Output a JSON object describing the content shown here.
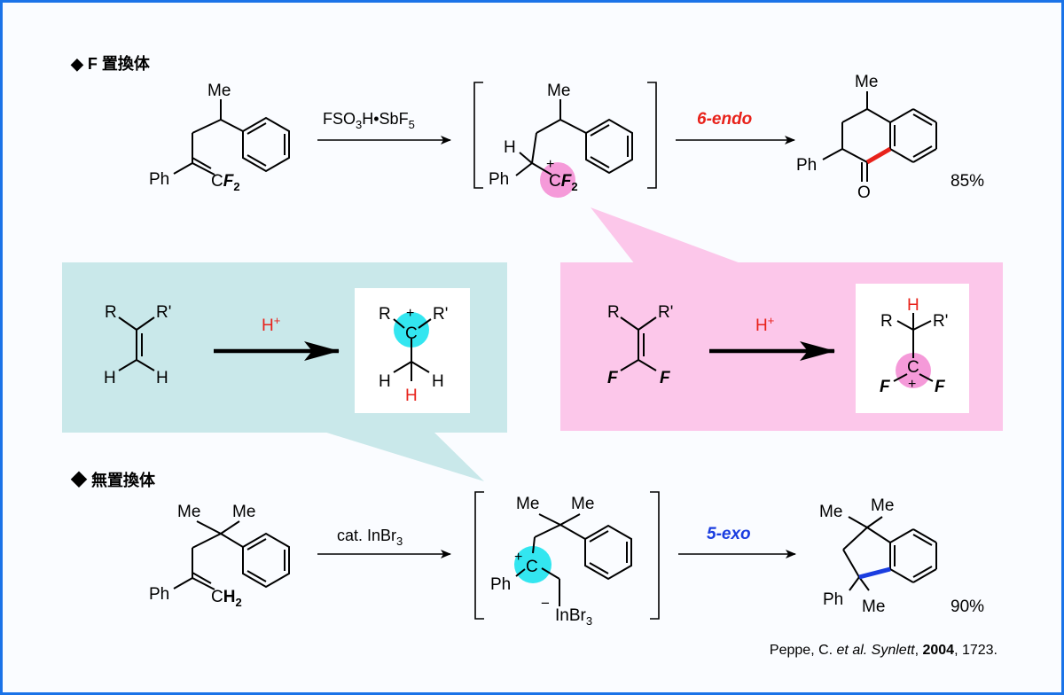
{
  "colors": {
    "frame_border": "#1a73e8",
    "frame_fill": "#fafcff",
    "blue_panel": "#c9e8ea",
    "pink_panel": "#fcc7ea",
    "cyan_highlight": "#33e6f0",
    "pink_highlight": "#f59ad9",
    "red": "#e8221b",
    "blue": "#1a3de0",
    "ink": "#000000"
  },
  "sections": {
    "f_substituted": "◆ F 置換体",
    "unsubstituted": "◆ 無置換体"
  },
  "top_reaction": {
    "start_me": "Me",
    "start_ph": "Ph",
    "start_c": "C",
    "start_f": "F",
    "start_f_sub": "2",
    "reagent": [
      "FSO",
      "3",
      "H•SbF",
      "5"
    ],
    "int_me": "Me",
    "int_h": "H",
    "int_ph": "Ph",
    "int_plus": "+",
    "int_c": "C",
    "int_f": "F",
    "int_f_sub": "2",
    "cyclization": "6-endo",
    "product_me": "Me",
    "product_ph": "Ph",
    "product_o": "O",
    "yield": "85%"
  },
  "blue_panel": {
    "alkene_r": "R",
    "alkene_r2": "R'",
    "alkene_h1": "H",
    "alkene_h2": "H",
    "acid": "H",
    "acid_sup": "+",
    "cation_r": "R",
    "cation_r2": "R'",
    "cation_plus": "+",
    "cation_c": "C",
    "cation_h1": "H",
    "cation_h2": "H",
    "cation_h_red": "H"
  },
  "pink_panel": {
    "alkene_r": "R",
    "alkene_r2": "R'",
    "alkene_f1": "F",
    "alkene_f2": "F",
    "acid": "H",
    "acid_sup": "+",
    "cation_h_red": "H",
    "cation_r": "R",
    "cation_r2": "R'",
    "cation_c": "C",
    "cation_plus": "+",
    "cation_f1": "F",
    "cation_f2": "F"
  },
  "bottom_reaction": {
    "start_me1": "Me",
    "start_me2": "Me",
    "start_ph": "Ph",
    "start_c": "C",
    "start_h": "H",
    "start_h_sub": "2",
    "reagent": [
      "cat. InBr",
      "3"
    ],
    "int_me1": "Me",
    "int_me2": "Me",
    "int_ph": "Ph",
    "int_plus": "+",
    "int_c": "C",
    "int_minus": "−",
    "int_inbr": "InBr",
    "int_inbr_sub": "3",
    "cyclization": "5-exo",
    "product_me1": "Me",
    "product_me2": "Me",
    "product_ph": "Ph",
    "product_me3": "Me",
    "yield": "90%"
  },
  "citation": {
    "part1": "Peppe, C. ",
    "part2": "et al. Synlett",
    "part3": ", ",
    "part4": "2004",
    "part5": ", 1723."
  }
}
